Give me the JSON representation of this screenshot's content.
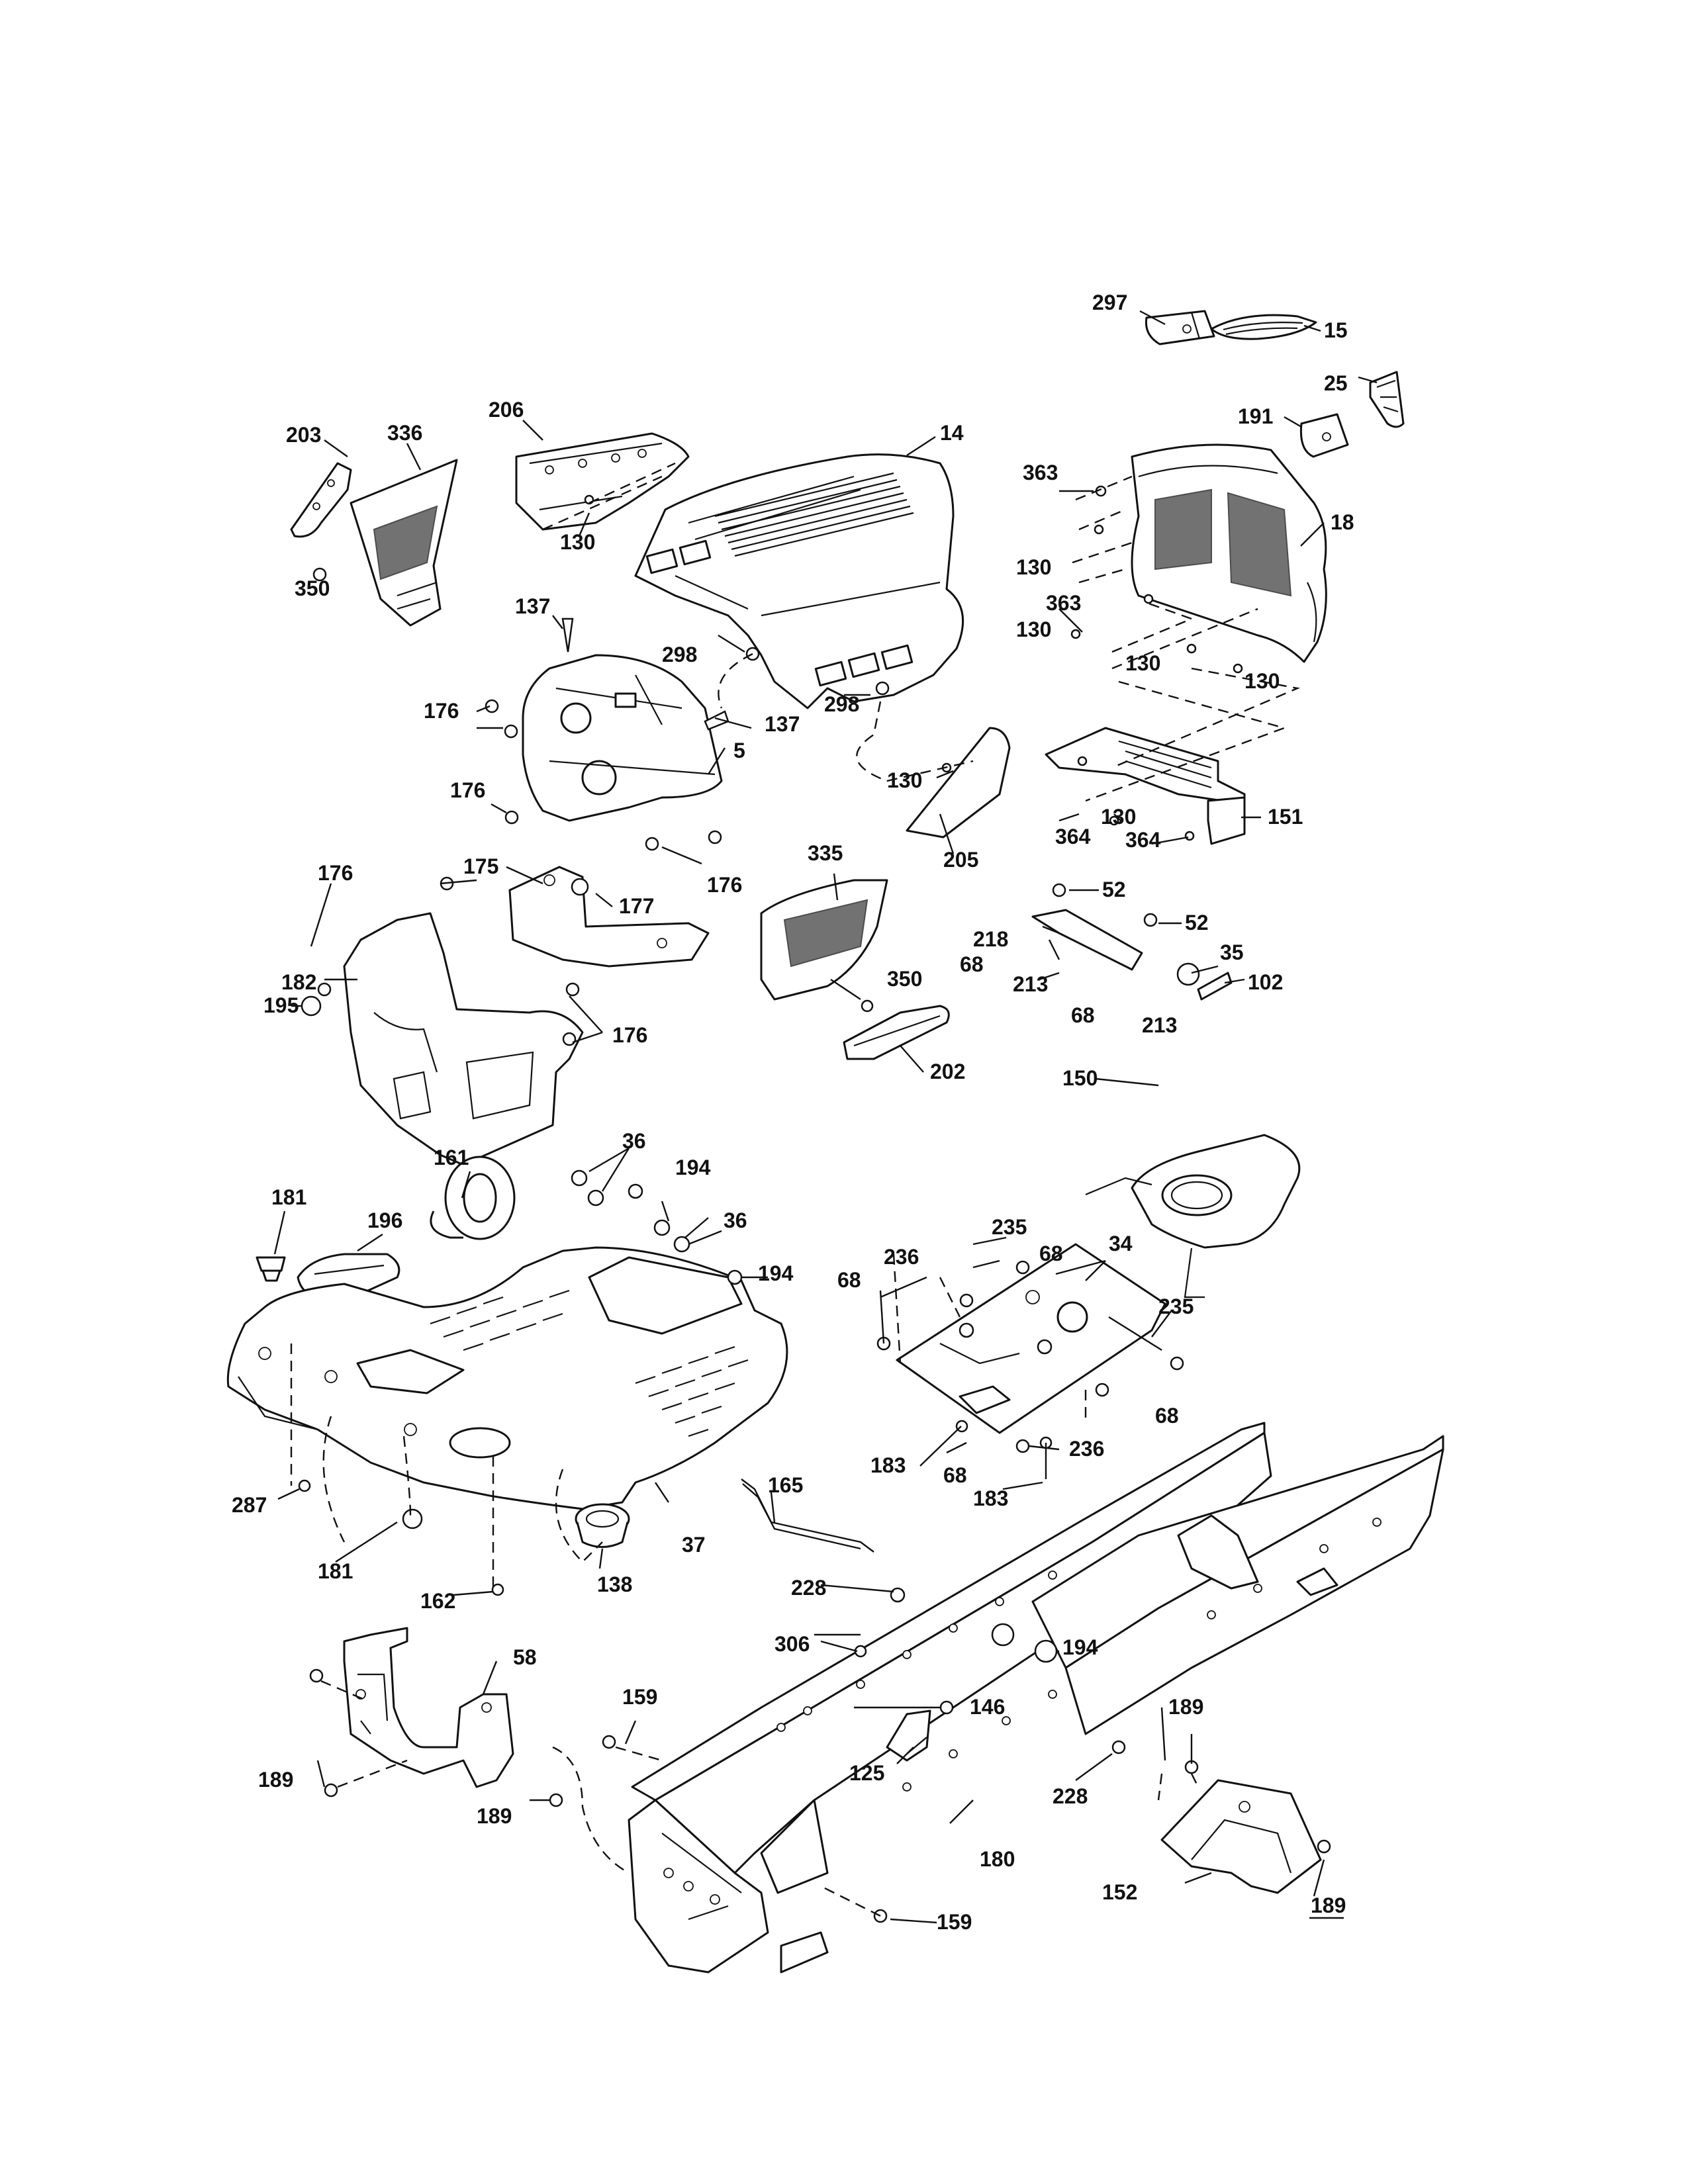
{
  "labels": [
    {
      "text": "15"
    },
    {
      "text": "297"
    },
    {
      "text": "25"
    },
    {
      "text": "191"
    },
    {
      "text": "14"
    },
    {
      "text": "363"
    },
    {
      "text": "18"
    },
    {
      "text": "130"
    },
    {
      "text": "363"
    },
    {
      "text": "130"
    },
    {
      "text": "130"
    },
    {
      "text": "130"
    },
    {
      "text": "203"
    },
    {
      "text": "336"
    },
    {
      "text": "206"
    },
    {
      "text": "130"
    },
    {
      "text": "350"
    },
    {
      "text": "137"
    },
    {
      "text": "298"
    },
    {
      "text": "298"
    },
    {
      "text": "176"
    },
    {
      "text": "137"
    },
    {
      "text": "5"
    },
    {
      "text": "130"
    },
    {
      "text": "364"
    },
    {
      "text": "130"
    },
    {
      "text": "151"
    },
    {
      "text": "364"
    },
    {
      "text": "176"
    },
    {
      "text": "176"
    },
    {
      "text": "205"
    },
    {
      "text": "335"
    },
    {
      "text": "176"
    },
    {
      "text": "175"
    },
    {
      "text": "177"
    },
    {
      "text": "52"
    },
    {
      "text": "218"
    },
    {
      "text": "52"
    },
    {
      "text": "68"
    },
    {
      "text": "35"
    },
    {
      "text": "213"
    },
    {
      "text": "102"
    },
    {
      "text": "350"
    },
    {
      "text": "182"
    },
    {
      "text": "68"
    },
    {
      "text": "213"
    },
    {
      "text": "195"
    },
    {
      "text": "176"
    },
    {
      "text": "202"
    },
    {
      "text": "150"
    },
    {
      "text": "36"
    },
    {
      "text": "161"
    },
    {
      "text": "194"
    },
    {
      "text": "181"
    },
    {
      "text": "36"
    },
    {
      "text": "196"
    },
    {
      "text": "235"
    },
    {
      "text": "194"
    },
    {
      "text": "236"
    },
    {
      "text": "68"
    },
    {
      "text": "34"
    },
    {
      "text": "68"
    },
    {
      "text": "235"
    },
    {
      "text": "68"
    },
    {
      "text": "183"
    },
    {
      "text": "68"
    },
    {
      "text": "236"
    },
    {
      "text": "183"
    },
    {
      "text": "287"
    },
    {
      "text": "165"
    },
    {
      "text": "37"
    },
    {
      "text": "181"
    },
    {
      "text": "138"
    },
    {
      "text": "162"
    },
    {
      "text": "228"
    },
    {
      "text": "306"
    },
    {
      "text": "194"
    },
    {
      "text": "58"
    },
    {
      "text": "159"
    },
    {
      "text": "146"
    },
    {
      "text": "189"
    },
    {
      "text": "125"
    },
    {
      "text": "228"
    },
    {
      "text": "189"
    },
    {
      "text": "189"
    },
    {
      "text": "180"
    },
    {
      "text": "152"
    },
    {
      "text": "159"
    },
    {
      "text": "189"
    }
  ]
}
